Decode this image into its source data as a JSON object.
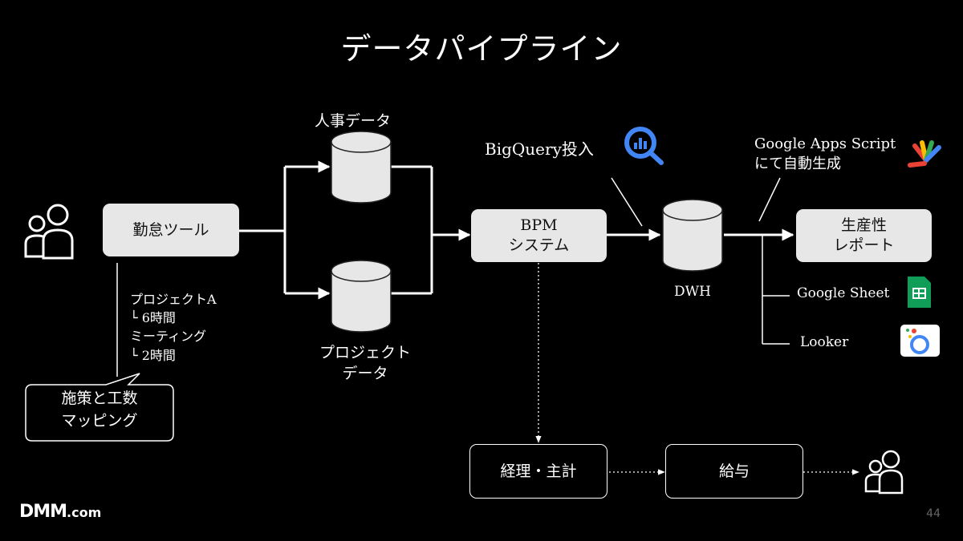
{
  "title": "データパイプライン",
  "nodes": {
    "kintai_tool": "勤怠ツール",
    "jinji_data": "人事データ",
    "project_data": "プロジェクト\nデータ",
    "bpm_system": "BPM\nシステム",
    "dwh": "DWH",
    "seisansei_report": "生産性\nレポート",
    "keiri": "経理・主計",
    "kyuyo": "給与"
  },
  "annotations": {
    "bigquery": "BigQuery投入",
    "gas": "Google Apps Script\nにて自動生成",
    "google_sheet": "Google Sheet",
    "looker": "Looker",
    "example": "プロジェクトA\n└ 6時間\nミーティング\n└ 2時間",
    "callout": "施策と工数\nマッピング"
  },
  "footer": {
    "logo": "DMM",
    "logo_suffix": ".com",
    "page_number": "44"
  },
  "icons": {
    "users_left": "users-icon",
    "users_right": "users-icon",
    "bigquery": "bigquery-icon",
    "apps_script": "apps-script-icon",
    "sheets": "google-sheets-icon",
    "looker": "looker-icon"
  },
  "colors": {
    "background": "#000000",
    "box_fill": "#e7e7e7",
    "line": "#ffffff",
    "bigquery_blue": "#4285f4",
    "sheets_green": "#0f9d58"
  }
}
